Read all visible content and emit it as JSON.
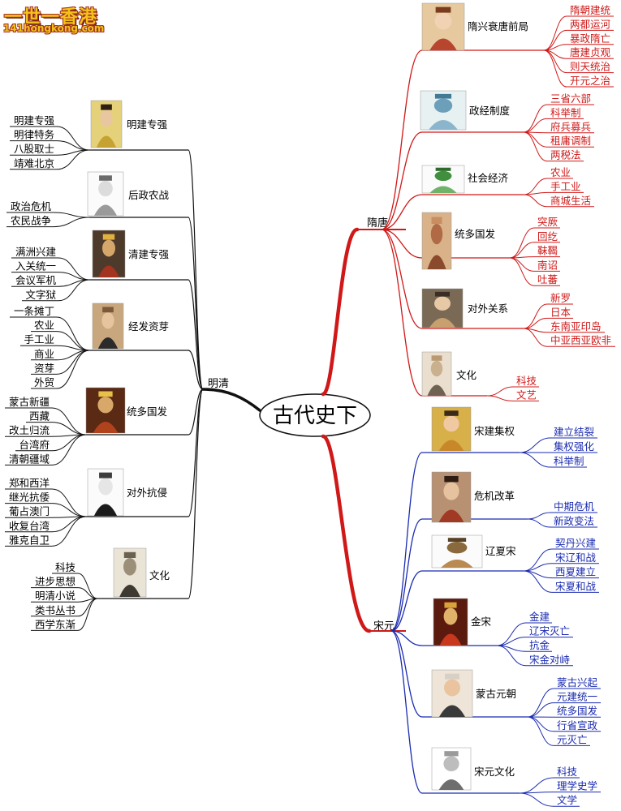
{
  "watermark": {
    "brand": "一世一香港",
    "site": "141hongkong.com"
  },
  "center": "古代史下",
  "colors": {
    "red": "#d01818",
    "blue": "#1a2bb0",
    "black": "#111111"
  },
  "branches": {
    "suitang": {
      "label": "隋唐",
      "topics": [
        {
          "label": "隋兴衰唐前局",
          "icon": "emperor-portrait-icon",
          "items": [
            "隋朝建统",
            "两都运河",
            "暴政隋亡",
            "唐建贞观",
            "则天统治",
            "开元之治"
          ]
        },
        {
          "label": "政经制度",
          "icon": "org-chart-icon",
          "items": [
            "三省六部",
            "科举制",
            "府兵募兵",
            "租庸调制",
            "两税法"
          ]
        },
        {
          "label": "社会经济",
          "icon": "farming-tool-icon",
          "items": [
            "农业",
            "手工业",
            "商城生活"
          ]
        },
        {
          "label": "统多国发",
          "icon": "mural-figures-icon",
          "items": [
            "突厥",
            "回纥",
            "靺鞨",
            "南诏",
            "吐蕃"
          ]
        },
        {
          "label": "对外关系",
          "icon": "monk-portrait-icon",
          "items": [
            "新罗",
            "日本",
            "东南亚印岛",
            "中亚西亚欧非"
          ]
        },
        {
          "label": "文化",
          "icon": "scholar-portrait-icon",
          "items": [
            "科技",
            "文艺"
          ]
        }
      ]
    },
    "songyuan": {
      "label": "宋元",
      "topics": [
        {
          "label": "宋建集权",
          "icon": "song-emperor-icon",
          "items": [
            "建立结裂",
            "集权强化",
            "科举制"
          ]
        },
        {
          "label": "危机改革",
          "icon": "minister-portrait-icon",
          "items": [
            "中期危机",
            "新政变法"
          ]
        },
        {
          "label": "辽夏宋",
          "icon": "cavalry-icon",
          "items": [
            "契丹兴建",
            "宋辽和战",
            "西夏建立",
            "宋夏和战"
          ]
        },
        {
          "label": "金宋",
          "icon": "jin-ruler-icon",
          "items": [
            "金建",
            "辽宋灭亡",
            "抗金",
            "宋金对峙"
          ]
        },
        {
          "label": "蒙古元朝",
          "icon": "khan-portrait-icon",
          "items": [
            "蒙古兴起",
            "元建统一",
            "统多国发",
            "行省宣政",
            "元灭亡"
          ]
        },
        {
          "label": "宋元文化",
          "icon": "printing-scene-icon",
          "items": [
            "科技",
            "理学史学",
            "文学"
          ]
        }
      ]
    },
    "mingqing": {
      "label": "明清",
      "topics": [
        {
          "label": "明建专强",
          "icon": "ming-emperor-icon",
          "items": [
            "明建专强",
            "明律特务",
            "八股取士",
            "靖难北京"
          ]
        },
        {
          "label": "后政农战",
          "icon": "rebel-leader-icon",
          "items": [
            "政治危机",
            "农民战争"
          ]
        },
        {
          "label": "清建专强",
          "icon": "book-cover-icon",
          "items": [
            "满洲兴建",
            "入关统一",
            "会议军机",
            "文字狱"
          ]
        },
        {
          "label": "经发资芽",
          "icon": "official-portrait-icon",
          "items": [
            "一条摊丁",
            "农业",
            "手工业",
            "商业",
            "资芽",
            "外贸"
          ]
        },
        {
          "label": "统多国发",
          "icon": "film-poster-icon",
          "items": [
            "蒙古新疆",
            "西藏",
            "改土归流",
            "台湾府",
            "清朝疆域"
          ]
        },
        {
          "label": "对外抗侵",
          "icon": "general-sketch-icon",
          "items": [
            "郑和西洋",
            "继光抗倭",
            "葡占澳门",
            "收复台湾",
            "雅克自卫"
          ]
        },
        {
          "label": "文化",
          "icon": "scholars-group-icon",
          "items": [
            "科技",
            "进步思想",
            "明清小说",
            "类书丛书",
            "西学东渐"
          ]
        }
      ]
    }
  }
}
